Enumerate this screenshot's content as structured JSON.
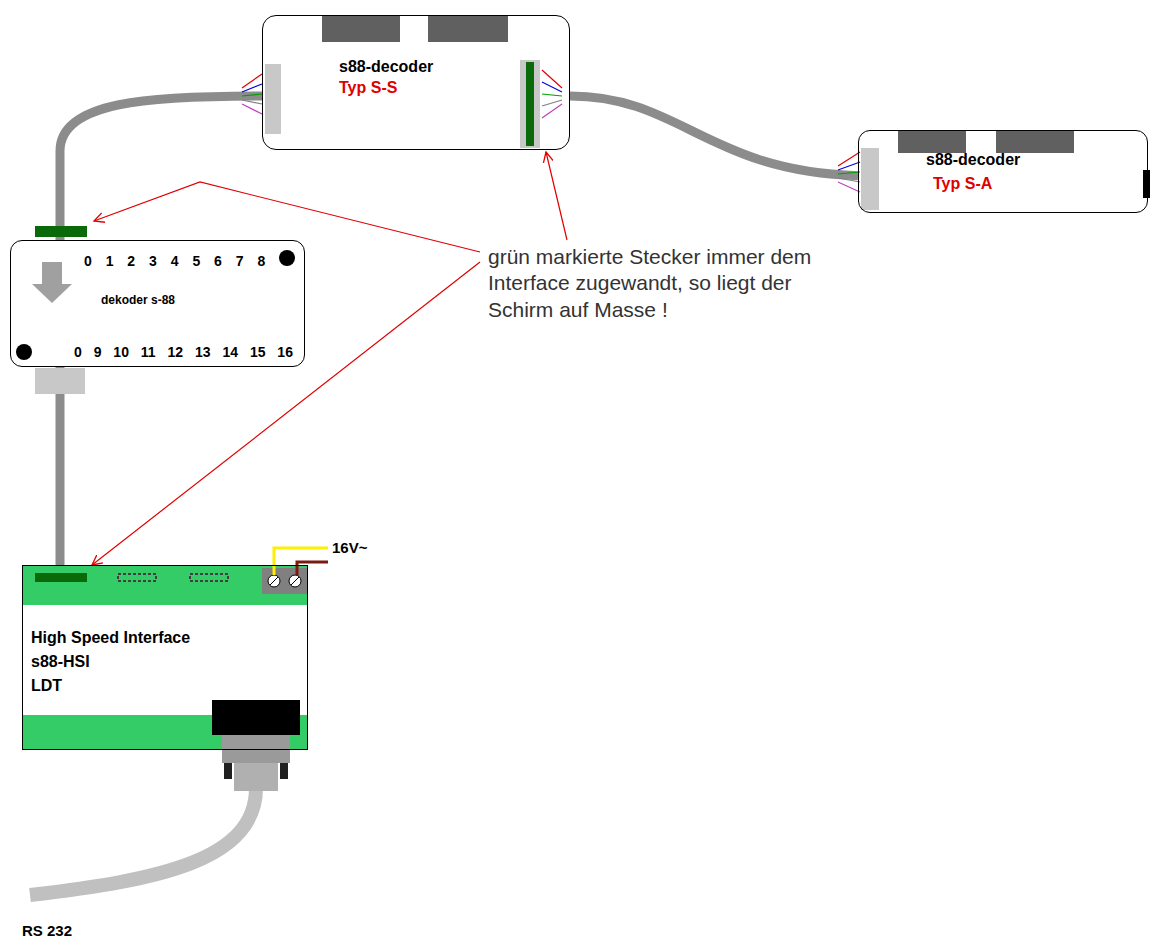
{
  "diagram": {
    "nodes": [
      {
        "text": [
          "s88-decoder",
          "Typ S-S"
        ]
      },
      {
        "text": [
          "s88-decoder",
          "Typ S-A"
        ]
      },
      {
        "text": [
          "0 1 2 3 4 5 6 7 8",
          "dekoder s-88",
          "0 9 10 11 12 13 14 15 16"
        ]
      },
      {
        "text": [
          "High Speed Interface",
          "s88-HSI",
          "LDT"
        ]
      }
    ],
    "edges": [
      {
        "from": 2,
        "to": 0,
        "arrow": "none"
      },
      {
        "from": 0,
        "to": 1,
        "arrow": "none"
      },
      {
        "from": 3,
        "to": 2,
        "arrow": "none"
      }
    ],
    "labels": [
      "grün markierte Stecker immer dem Interface zugewandt, so liegt der Schirm auf Masse !",
      "16V~",
      "RS 232"
    ]
  }
}
